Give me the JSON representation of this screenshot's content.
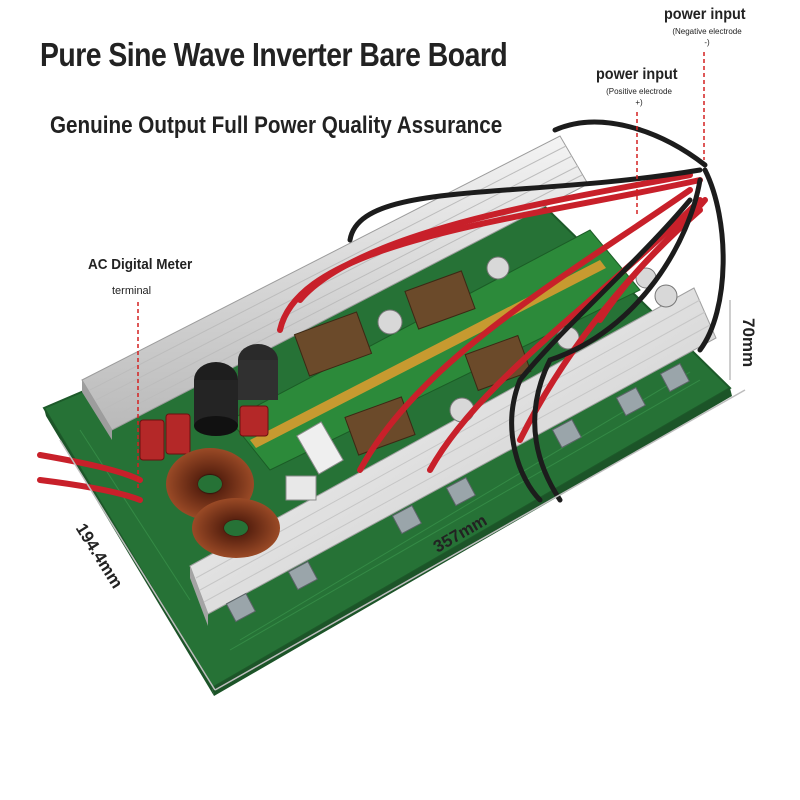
{
  "title": "Pure Sine Wave Inverter Bare Board",
  "subtitle": "Genuine Output Full Power Quality Assurance",
  "callouts": {
    "neg": {
      "label": "power input",
      "note_1": "(Negative electrode",
      "note_2": "-)"
    },
    "pos": {
      "label": "power input",
      "note_1": "(Positive electrode",
      "note_2": "+)"
    },
    "meter": {
      "label": "AC Digital Meter",
      "note": "terminal"
    }
  },
  "dimensions": {
    "length": "357mm",
    "width": "194.4mm",
    "height": "70mm"
  },
  "colors": {
    "pcb": "#2a7a3a",
    "heatsink": "#e4e4e4",
    "wire_red": "#c8202a",
    "wire_black": "#1c1c1c",
    "copper": "#8a3a1e",
    "annotation_red": "#d42020"
  }
}
